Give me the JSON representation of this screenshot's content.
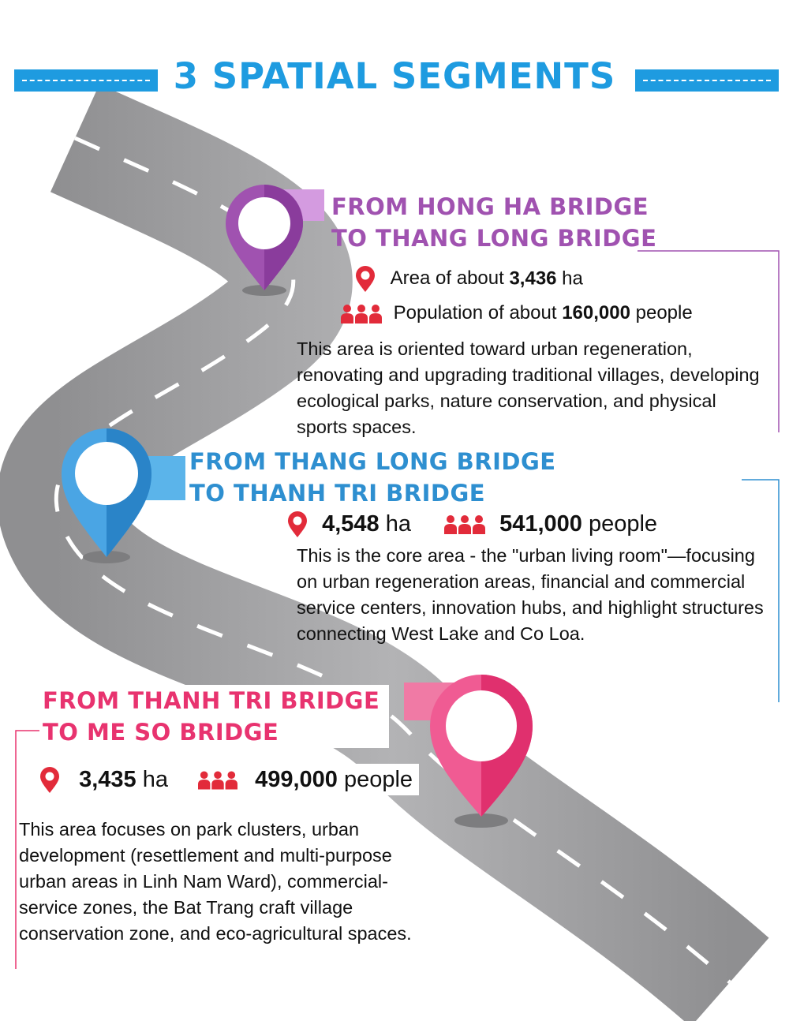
{
  "title": "3 SPATIAL SEGMENTS",
  "segments": [
    {
      "heading_line1": "FROM HONG HA BRIDGE",
      "heading_line2": "TO THANG LONG BRIDGE",
      "area_prefix": "Area of about ",
      "area_value": "3,436",
      "area_unit": " ha",
      "population_prefix": "Population of about ",
      "population_value": "160,000",
      "population_unit": " people",
      "description": "This area is oriented toward urban regeneration, renovating and upgrading traditional villages, developing ecological parks, nature conservation, and physical sports spaces.",
      "color": "#a052b0"
    },
    {
      "heading_line1": "FROM THANG LONG BRIDGE",
      "heading_line2": "TO THANH TRI BRIDGE",
      "area_value": "4,548",
      "area_unit": " ha",
      "population_value": "541,000",
      "population_unit": " people",
      "description": "This is the core area - the \"urban living room\"—focusing on urban regeneration areas, financial and commercial service centers, innovation hubs, and highlight structures connecting West Lake and Co Loa.",
      "color": "#2e8fd0"
    },
    {
      "heading_line1": "FROM THANH TRI BRIDGE",
      "heading_line2": "TO ME SO BRIDGE",
      "area_value": "3,435",
      "area_unit": " ha",
      "population_value": "499,000",
      "population_unit": " people",
      "description": "This area focuses on park clusters, urban development (resettlement and multi-purpose urban areas in Linh Nam Ward), commercial-service zones, the Bat Trang craft village conservation zone, and eco-agricultural spaces.",
      "color": "#e8336f"
    }
  ],
  "colors": {
    "accent_blue": "#1e9be0",
    "road": "#a7a7a9",
    "icon_red": "#e22b3a"
  },
  "icons": [
    "location-pin-icon",
    "people-group-icon"
  ]
}
